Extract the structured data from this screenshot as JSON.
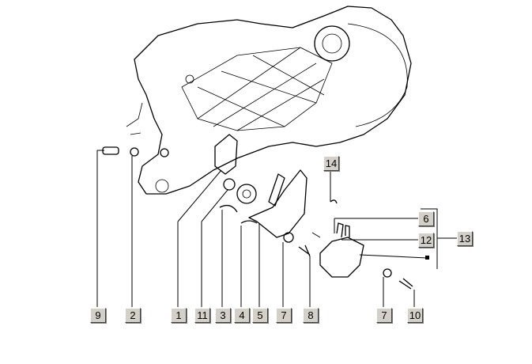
{
  "diagram": {
    "labels": {
      "l9": "9",
      "l2": "2",
      "l1": "1",
      "l11": "11",
      "l3": "3",
      "l4": "4",
      "l5": "5",
      "l7a": "7",
      "l8": "8",
      "l7b": "7",
      "l10": "10",
      "l14": "14",
      "l6": "6",
      "l12": "12",
      "l13": "13"
    },
    "colors": {
      "label_bg": "#d4d0c8",
      "line": "#000000"
    }
  }
}
